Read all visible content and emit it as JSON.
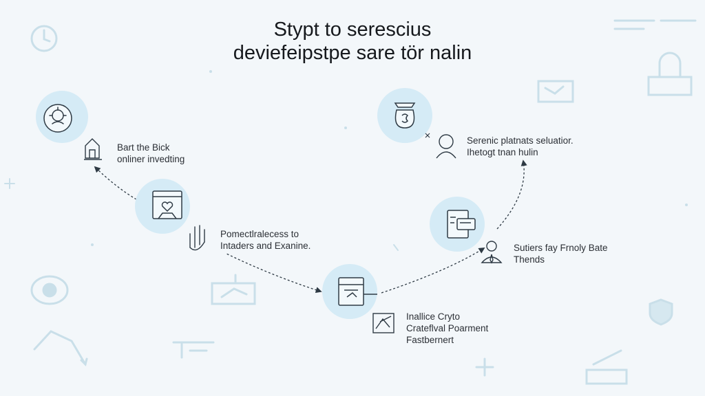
{
  "title": {
    "line1": "Stypt to serescius",
    "line2": "deviefeipstpe sare tör nalin"
  },
  "steps": [
    {
      "lines": [
        "Bart the Bick",
        "onliner invedting"
      ],
      "icon": "target-head-icon",
      "small_icon": "house-icon"
    },
    {
      "lines": [
        "Pomectlralecess to",
        "Intaders and Exanine."
      ],
      "icon": "document-heart-icon",
      "small_icon": "hand-icon"
    },
    {
      "lines": [
        "Inallice Cryto",
        "Crateflval Poarment",
        "Fastbernert"
      ],
      "icon": "browser-window-icon",
      "small_icon": "chart-image-icon"
    },
    {
      "lines": [
        "Sutiers fay Frnoly Bate",
        "Thends"
      ],
      "icon": "credit-card-icon",
      "small_icon": "person-tie-icon"
    },
    {
      "lines": [
        "Serenic platnats seluatior.",
        "Ihetogt tnan hulin"
      ],
      "icon": "money-bag-icon",
      "small_icon": "user-icon"
    }
  ],
  "colors": {
    "circle": "#d5ebf6",
    "icon_ring": "#f3f9fc",
    "stroke": "#2e3a44",
    "decor": "#c9dfe9",
    "background": "#f3f7fa"
  }
}
